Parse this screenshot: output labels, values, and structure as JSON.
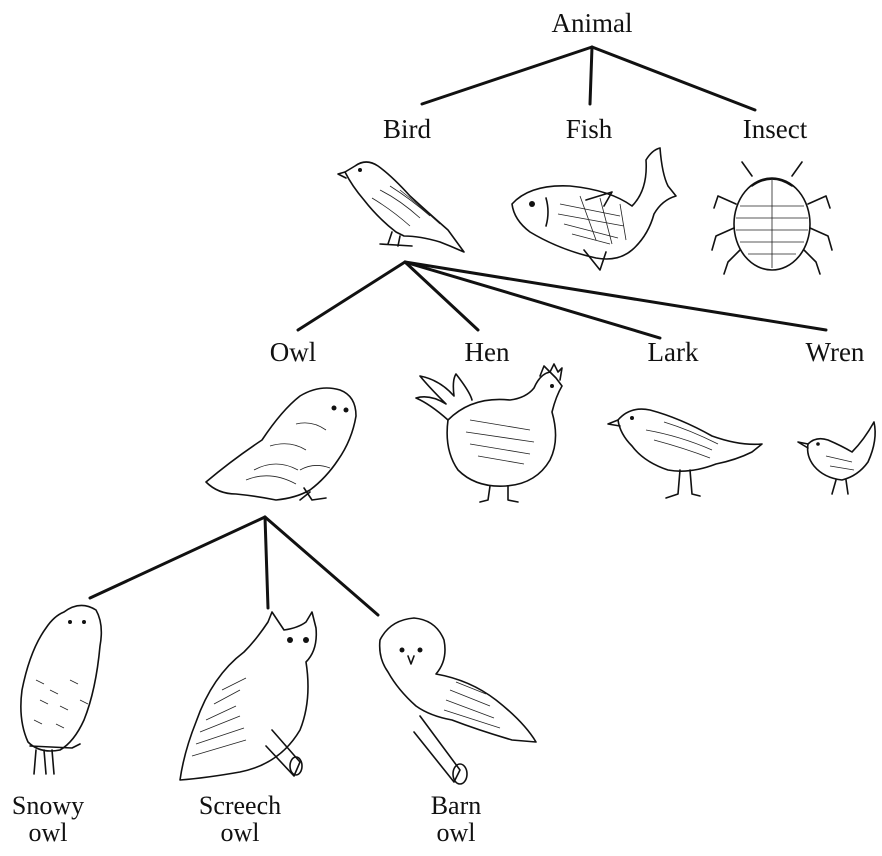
{
  "diagram": {
    "root": "Animal",
    "level1": [
      "Bird",
      "Fish",
      "Insect"
    ],
    "level2": [
      "Owl",
      "Hen",
      "Lark",
      "Wren"
    ],
    "level3": [
      {
        "line1": "Snowy",
        "line2": "owl"
      },
      {
        "line1": "Screech",
        "line2": "owl"
      },
      {
        "line1": "Barn",
        "line2": "owl"
      }
    ]
  }
}
